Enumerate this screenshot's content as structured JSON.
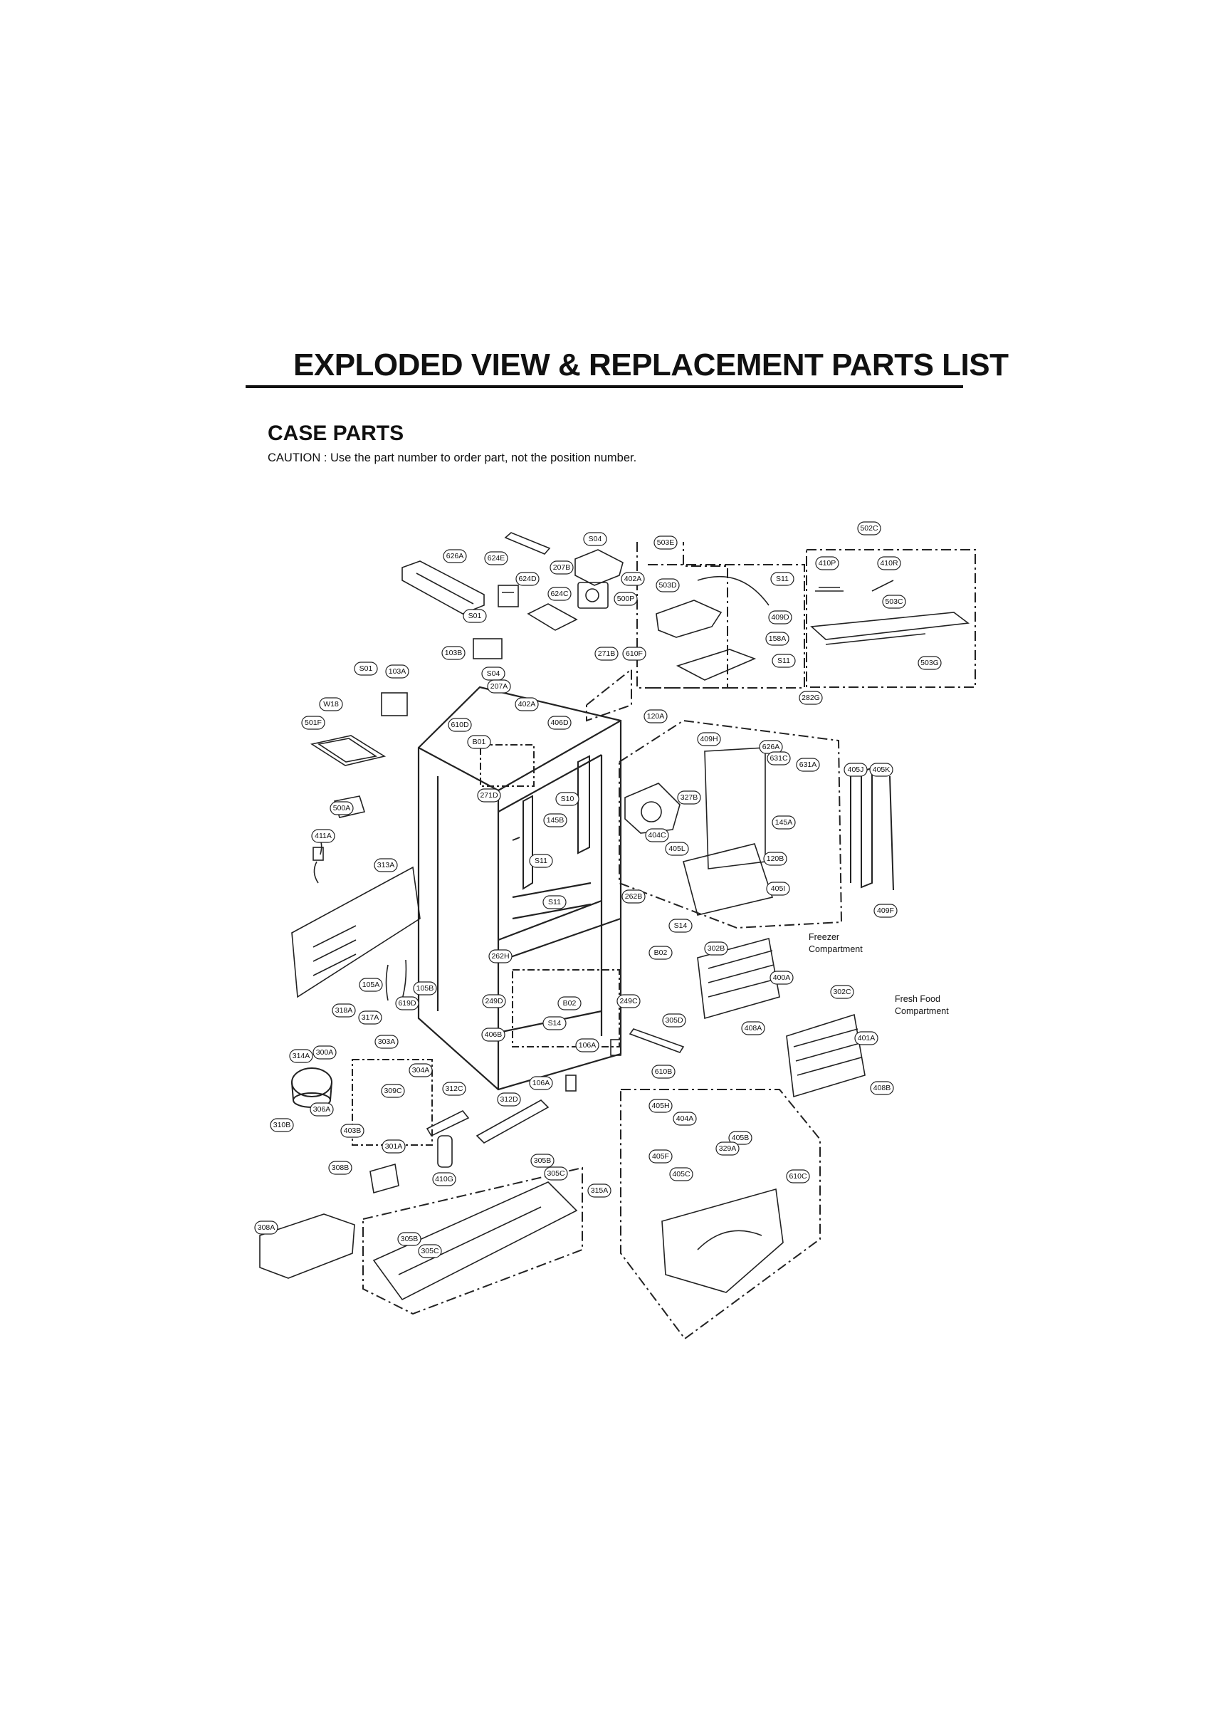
{
  "header": {
    "title": "EXPLODED VIEW & REPLACEMENT PARTS LIST",
    "section": "CASE PARTS",
    "caution": "CAUTION : Use the part number to order part, not the position number."
  },
  "compartments": {
    "freezer": [
      "Freezer",
      "Compartment"
    ],
    "fresh_food": [
      "Fresh Food",
      "Compartment"
    ]
  },
  "position_labels": [
    "S04",
    "503E",
    "502C",
    "626A",
    "624E",
    "207B",
    "402A",
    "S11",
    "410P",
    "410R",
    "624D",
    "624C",
    "500P",
    "503D",
    "503C",
    "S01",
    "409D",
    "271B",
    "610F",
    "158A",
    "103B",
    "S11",
    "503G",
    "S01",
    "103A",
    "S04",
    "207A",
    "402A",
    "406D",
    "282G",
    "W18",
    "610D",
    "120A",
    "501F",
    "B01",
    "409H",
    "626A",
    "631C",
    "631A",
    "405J",
    "405K",
    "271D",
    "S10",
    "327B",
    "145B",
    "500A",
    "145A",
    "404C",
    "405L",
    "411A",
    "S11",
    "313A",
    "120B",
    "405I",
    "S11",
    "262B",
    "409F",
    "S14",
    "B02",
    "302B",
    "262H",
    "400A",
    "105A",
    "105B",
    "302C",
    "249D",
    "619D",
    "B02",
    "249C",
    "318A",
    "317A",
    "S14",
    "305D",
    "406B",
    "408A",
    "303A",
    "401A",
    "106A",
    "300A",
    "314A",
    "304A",
    "610B",
    "106A",
    "309C",
    "312C",
    "312D",
    "408B",
    "306A",
    "405H",
    "404A",
    "310B",
    "403B",
    "405B",
    "301A",
    "329A",
    "405F",
    "305B",
    "308B",
    "305C",
    "405C",
    "410G",
    "610C",
    "315A",
    "308A",
    "305B",
    "305C"
  ]
}
